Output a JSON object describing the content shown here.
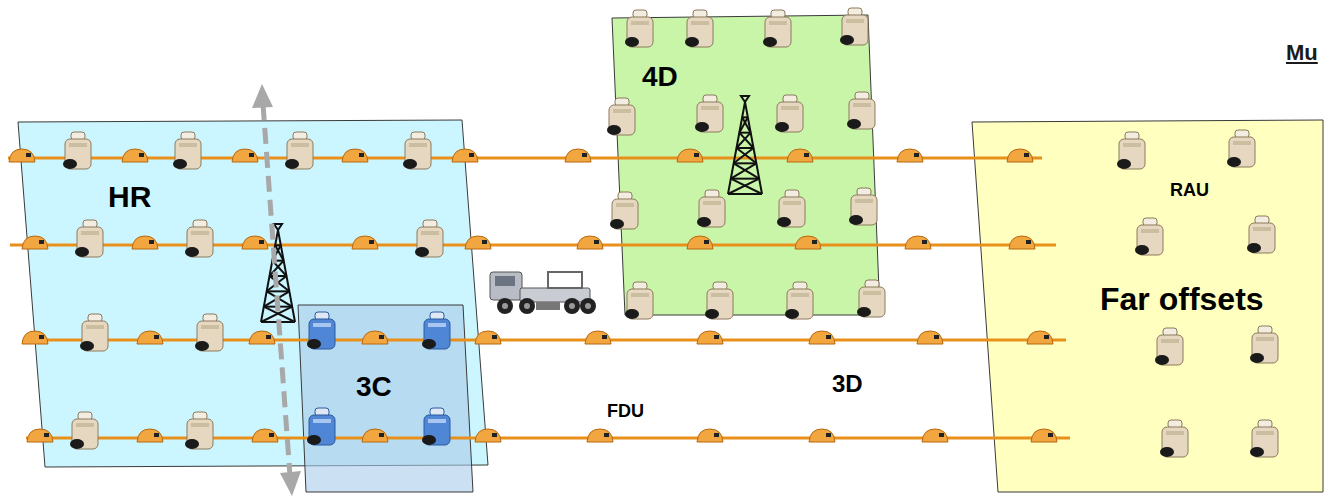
{
  "diagram": {
    "title": "Mu",
    "nodes": [
      {
        "text": [
          "HR"
        ]
      },
      {
        "text": [
          "3C"
        ]
      },
      {
        "text": [
          "4D"
        ]
      },
      {
        "text": [
          "Far offsets"
        ]
      }
    ],
    "labels": [
      "FDU",
      "3D",
      "RAU"
    ]
  }
}
